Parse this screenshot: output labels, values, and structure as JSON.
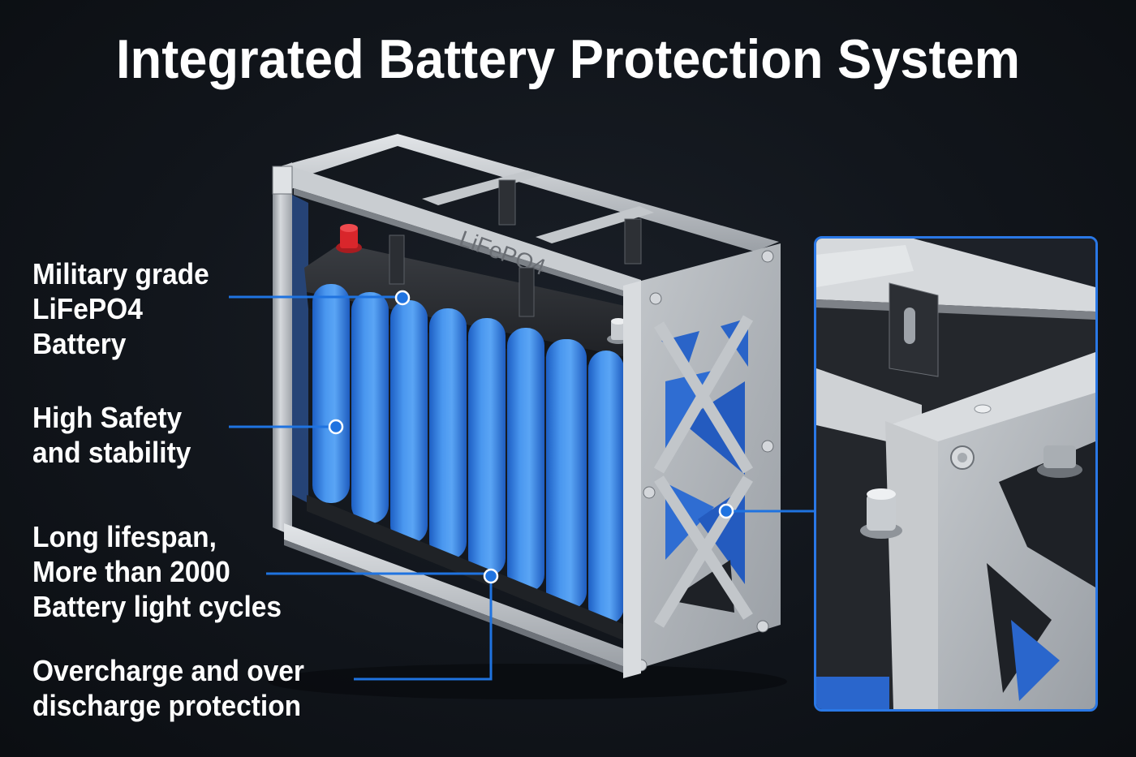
{
  "title": "Integrated Battery Protection System",
  "callouts": [
    {
      "id": "lifepo4",
      "text": "Military grade\nLiFePO4\nBattery"
    },
    {
      "id": "safety",
      "text": "High Safety\nand stability"
    },
    {
      "id": "lifespan",
      "text": "Long lifespan,\nMore than 2000\nBattery light cycles"
    },
    {
      "id": "protection",
      "text": "Overcharge and over\ndischarge protection"
    }
  ],
  "battery_case_label": "LiFePO4",
  "colors": {
    "background": "#11151b",
    "accent_blue": "#1f73e0",
    "cell_blue": "#3d8ae8",
    "frame_silver": "#b8bcc2",
    "terminal_red": "#d9262b",
    "text": "#ffffff"
  },
  "icons": {
    "callout_marker": "blue-dot-with-white-ring",
    "detail_inset": "zoomed-frame-corner-detail"
  }
}
